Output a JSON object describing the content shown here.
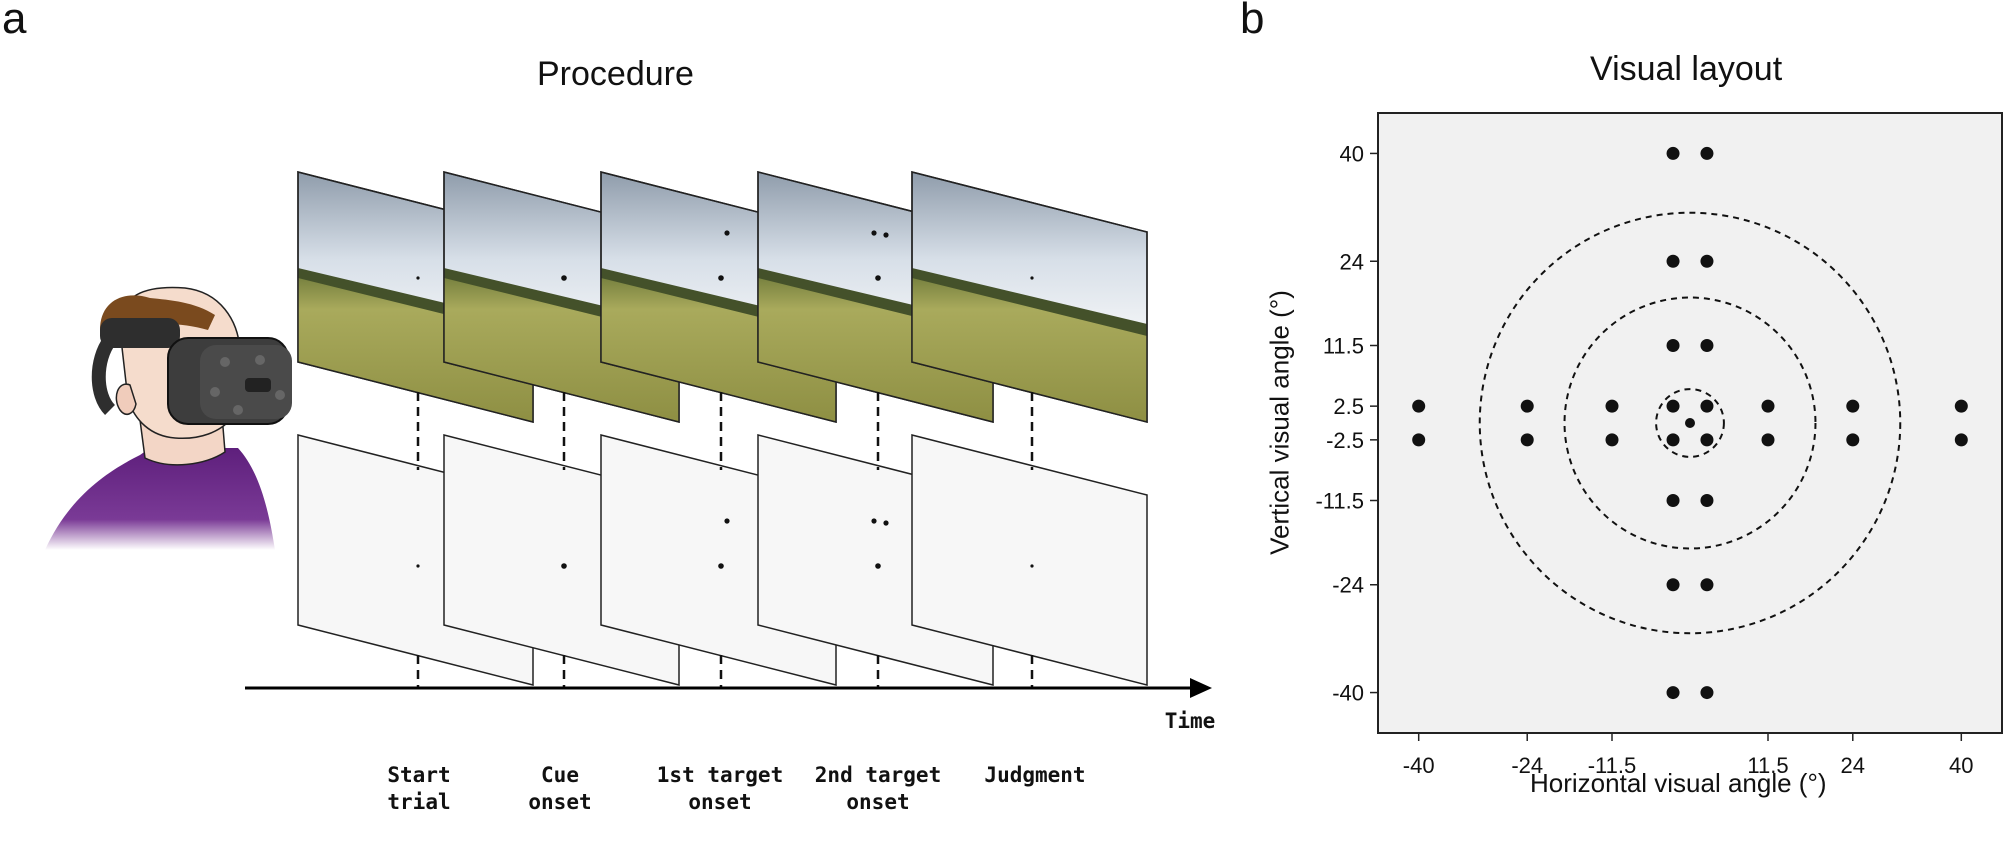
{
  "panel_a": {
    "letter": "a",
    "title": "Procedure",
    "time_label": "Time",
    "stages": [
      {
        "line1": "Start",
        "line2": "trial",
        "targets": 0
      },
      {
        "line1": "Cue",
        "line2": "onset",
        "targets": 0
      },
      {
        "line1": "1st target",
        "line2": "onset",
        "targets": 1
      },
      {
        "line1": "2nd target",
        "line2": "onset",
        "targets": 2
      },
      {
        "line1": "Judgment",
        "line2": "",
        "targets": 0
      }
    ],
    "colors": {
      "sky": "#c9d6e3",
      "grass": "#a3a35a",
      "shirt": "#5e1f7c",
      "headset": "#3a3a3a",
      "blank_frame": "#f7f7f7"
    }
  },
  "panel_b": {
    "letter": "b",
    "title": "Visual layout",
    "xlabel": "Horizontal visual angle (°)",
    "ylabel": "Vertical visual angle  (°)",
    "x_ticks": [
      "-40",
      "-24",
      "-11.5",
      "11.5",
      "24",
      "40"
    ],
    "y_ticks": [
      "40",
      "24",
      "11.5",
      "2.5",
      "-2.5",
      "-11.5",
      "-24",
      "-40"
    ],
    "background": "#f1f1f1"
  },
  "chart_data": {
    "type": "scatter",
    "title": "Visual layout",
    "xlabel": "Horizontal visual angle (°)",
    "ylabel": "Vertical visual angle  (°)",
    "xlim": [
      -46,
      46
    ],
    "ylim": [
      -46,
      46
    ],
    "x_ticks": [
      -40,
      -24,
      -11.5,
      11.5,
      24,
      40
    ],
    "y_ticks": [
      40,
      24,
      11.5,
      2.5,
      -2.5,
      -11.5,
      -24,
      -40
    ],
    "grid": false,
    "points": [
      {
        "x": -2.5,
        "y": 40
      },
      {
        "x": 2.5,
        "y": 40
      },
      {
        "x": -2.5,
        "y": 24
      },
      {
        "x": 2.5,
        "y": 24
      },
      {
        "x": -2.5,
        "y": 11.5
      },
      {
        "x": 2.5,
        "y": 11.5
      },
      {
        "x": -2.5,
        "y": 2.5
      },
      {
        "x": 2.5,
        "y": 2.5
      },
      {
        "x": -2.5,
        "y": -2.5
      },
      {
        "x": 2.5,
        "y": -2.5
      },
      {
        "x": -2.5,
        "y": -11.5
      },
      {
        "x": 2.5,
        "y": -11.5
      },
      {
        "x": -2.5,
        "y": -24
      },
      {
        "x": 2.5,
        "y": -24
      },
      {
        "x": -2.5,
        "y": -40
      },
      {
        "x": 2.5,
        "y": -40
      },
      {
        "x": -40,
        "y": 2.5
      },
      {
        "x": -40,
        "y": -2.5
      },
      {
        "x": -24,
        "y": 2.5
      },
      {
        "x": -24,
        "y": -2.5
      },
      {
        "x": -11.5,
        "y": 2.5
      },
      {
        "x": -11.5,
        "y": -2.5
      },
      {
        "x": 11.5,
        "y": 2.5
      },
      {
        "x": 11.5,
        "y": -2.5
      },
      {
        "x": 24,
        "y": 2.5
      },
      {
        "x": 24,
        "y": -2.5
      },
      {
        "x": 40,
        "y": 2.5
      },
      {
        "x": 40,
        "y": -2.5
      }
    ],
    "center_point": {
      "x": 0,
      "y": 0
    },
    "dashed_circles_radius": [
      5,
      18.5,
      31
    ]
  }
}
